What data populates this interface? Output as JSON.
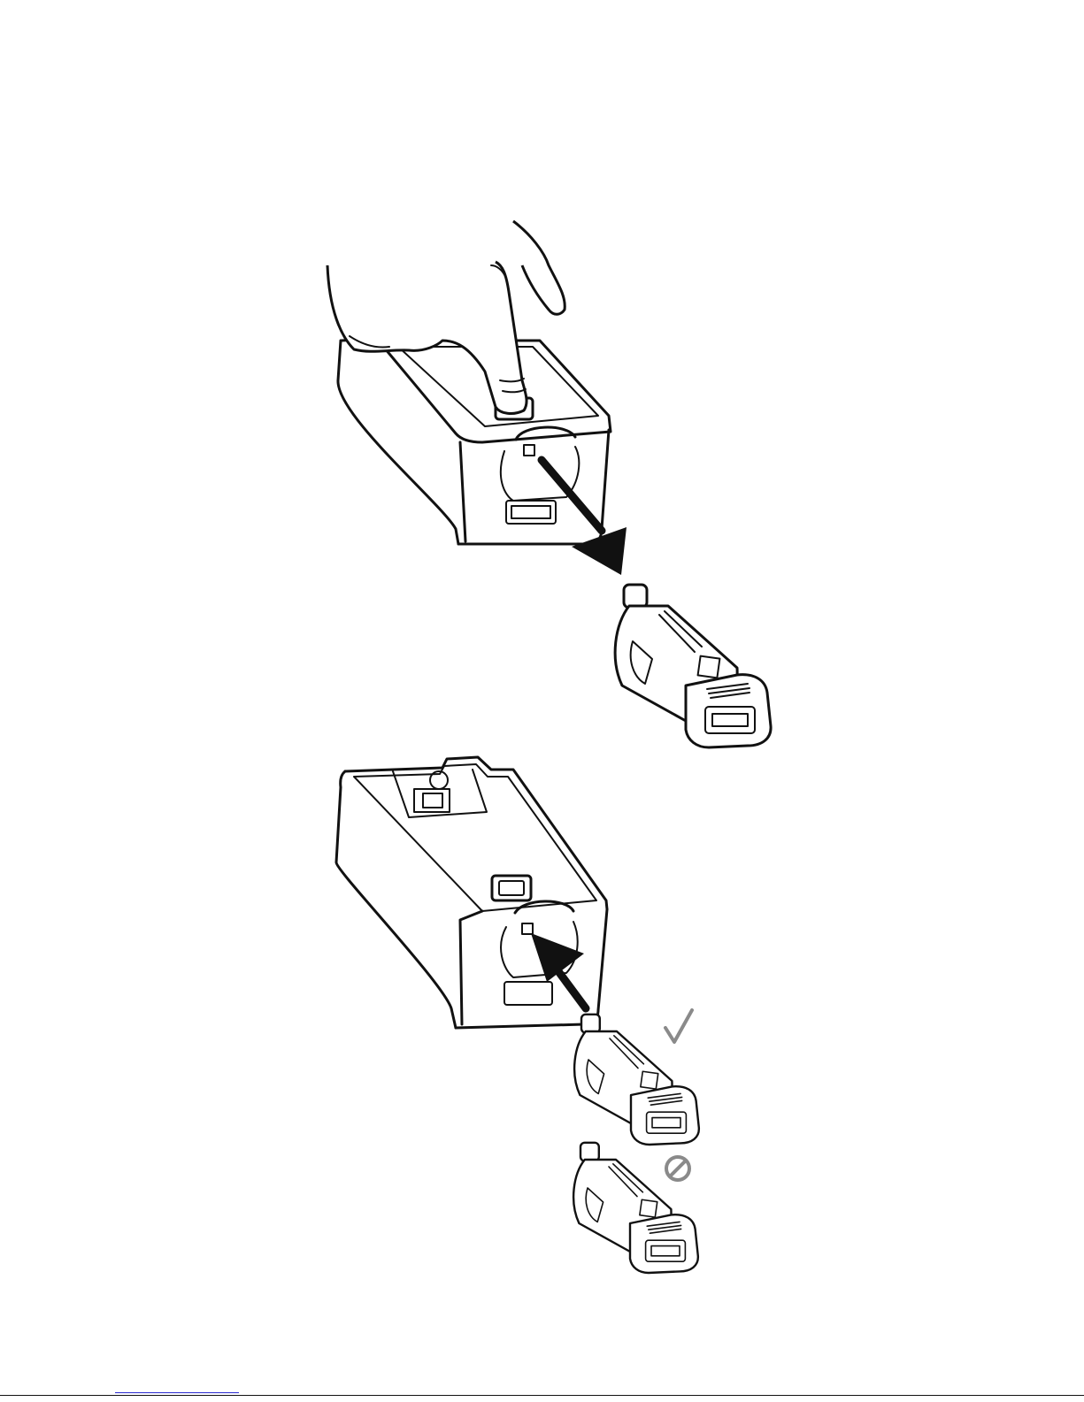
{
  "figure": {
    "steps": [
      {
        "id": "remove-plug",
        "action": "press-release-button-and-pull-plug-out"
      },
      {
        "id": "insert-plug",
        "action": "insert-plug-with-correct-orientation"
      }
    ],
    "icons": {
      "correct": "checkmark-icon",
      "incorrect": "prohibited-icon",
      "arrow_out": "arrow-down-right-icon",
      "arrow_in": "arrow-up-left-icon"
    },
    "colors": {
      "line": "#111111",
      "status_icon": "#8a8a8a",
      "link": "#2a2ad0"
    }
  }
}
